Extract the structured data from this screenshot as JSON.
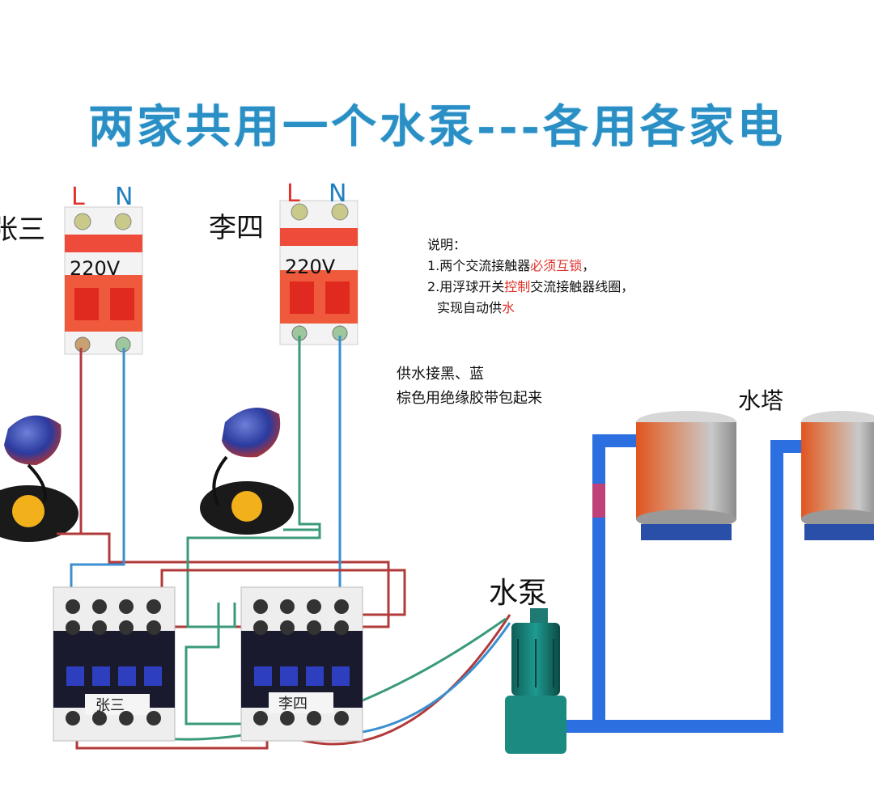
{
  "title": "两家共用一个水泵---各用各家电",
  "breaker_left": {
    "owner": "张三",
    "L": "L",
    "N": "N",
    "voltage": "220V"
  },
  "breaker_right": {
    "owner": "李四",
    "L": "L",
    "N": "N",
    "voltage": "220V"
  },
  "note": {
    "heading": "说明：",
    "line1_a": "1.两个交流接触器",
    "line1_b": "必须互锁",
    "line1_c": "，",
    "line2_a": "2.用浮球开关",
    "line2_b": "控制",
    "line2_c": "交流接触器线圈，",
    "line3_a": "实现自动供",
    "line3_b": "水"
  },
  "wiring_note": {
    "line1": "供水接黑、蓝",
    "line2": "棕色用绝缘胶带包起来"
  },
  "water_tower_label": "水塔",
  "pump_label": "水泵",
  "contactor_left_name": "张三",
  "contactor_right_name": "李四",
  "colors": {
    "title": "#2a8fc4",
    "pipe": "#2b6fe0",
    "red_wire": "#b23a3a",
    "green_wire": "#3a9a7a",
    "blue_wire": "#3b8fd0",
    "breaker": "#e9412d"
  }
}
